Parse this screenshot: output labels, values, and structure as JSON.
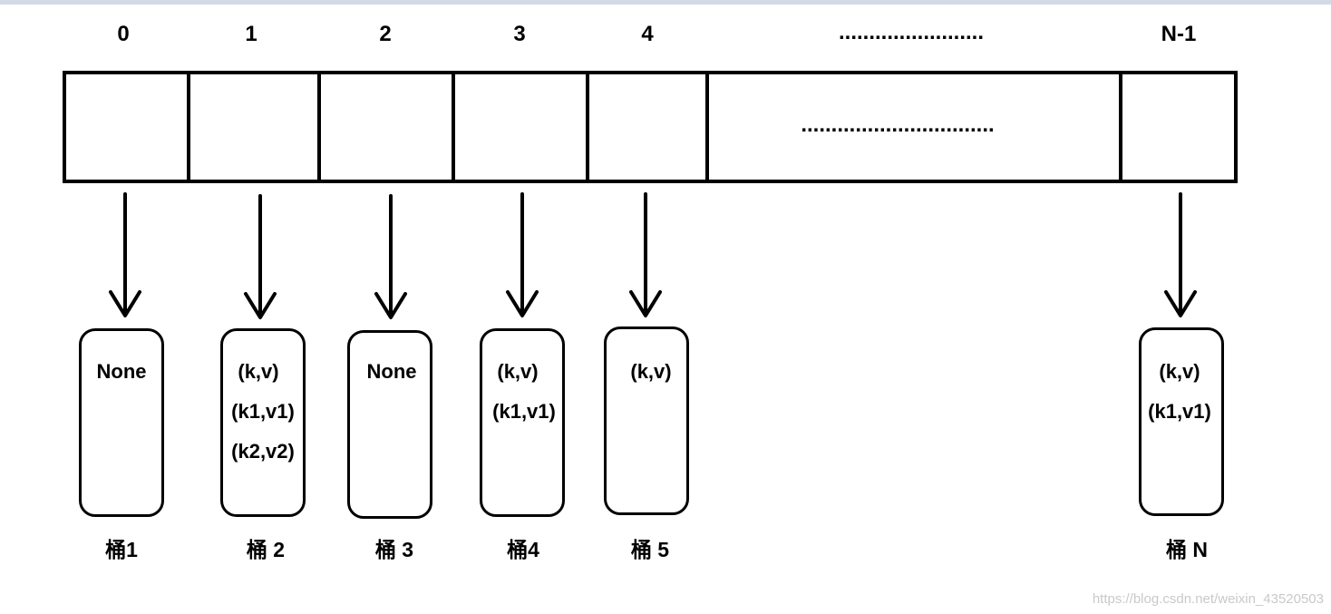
{
  "indices": [
    "0",
    "1",
    "2",
    "3",
    "4",
    "N-1"
  ],
  "top_ellipsis": "........................",
  "array_ellipsis": "................................",
  "buckets": [
    {
      "name": "桶1",
      "entries": [
        "None"
      ]
    },
    {
      "name": "桶 2",
      "entries": [
        "(k,v)",
        "(k1,v1)",
        "(k2,v2)"
      ]
    },
    {
      "name": "桶 3",
      "entries": [
        "None"
      ]
    },
    {
      "name": "桶4",
      "entries": [
        "(k,v)",
        "(k1,v1)"
      ]
    },
    {
      "name": "桶 5",
      "entries": [
        "(k,v)"
      ]
    },
    {
      "name": "桶 N",
      "entries": [
        "(k,v)",
        "(k1,v1)"
      ]
    }
  ],
  "watermark": "https://blog.csdn.net/weixin_43520503"
}
